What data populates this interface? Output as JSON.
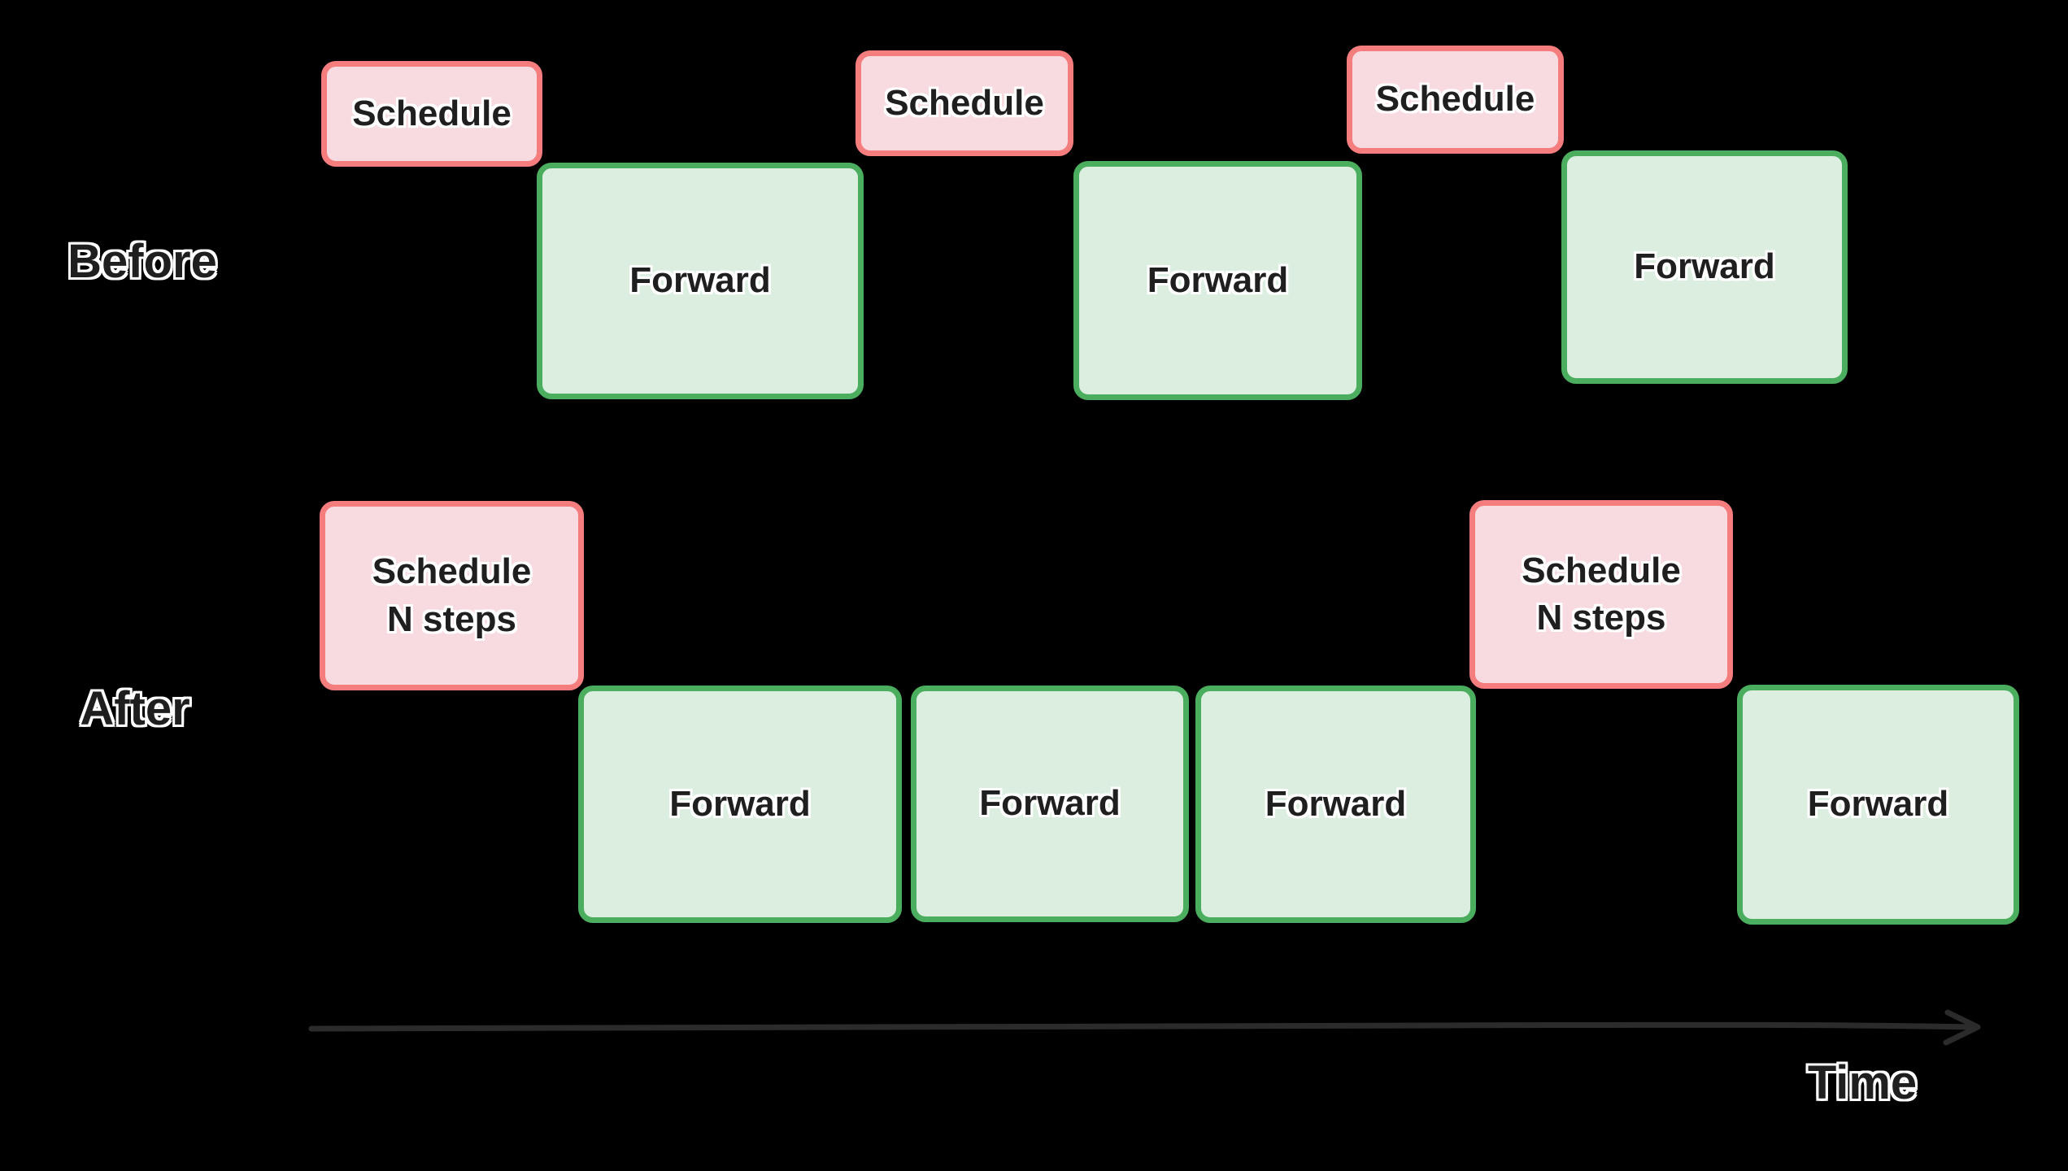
{
  "row_labels": {
    "before": "Before",
    "after": "After"
  },
  "axis": {
    "time_label": "Time"
  },
  "colors": {
    "background": "#000000",
    "schedule_border": "#f57d7d",
    "schedule_fill": "#f8dbe0",
    "forward_border": "#4bae5e",
    "forward_fill": "#dceee0",
    "text_dark": "#1f1f1f",
    "text_outline": "#ffffff",
    "arrow": "#2b2b2b"
  },
  "boxes": {
    "before_schedule_1": {
      "label": "Schedule"
    },
    "before_forward_1": {
      "label": "Forward"
    },
    "before_schedule_2": {
      "label": "Schedule"
    },
    "before_forward_2": {
      "label": "Forward"
    },
    "before_schedule_3": {
      "label": "Schedule"
    },
    "before_forward_3": {
      "label": "Forward"
    },
    "after_schedule_1": {
      "line1": "Schedule",
      "line2": "N steps"
    },
    "after_forward_1": {
      "label": "Forward"
    },
    "after_forward_2": {
      "label": "Forward"
    },
    "after_forward_3": {
      "label": "Forward"
    },
    "after_schedule_2": {
      "line1": "Schedule",
      "line2": "N steps"
    },
    "after_forward_4": {
      "label": "Forward"
    }
  }
}
